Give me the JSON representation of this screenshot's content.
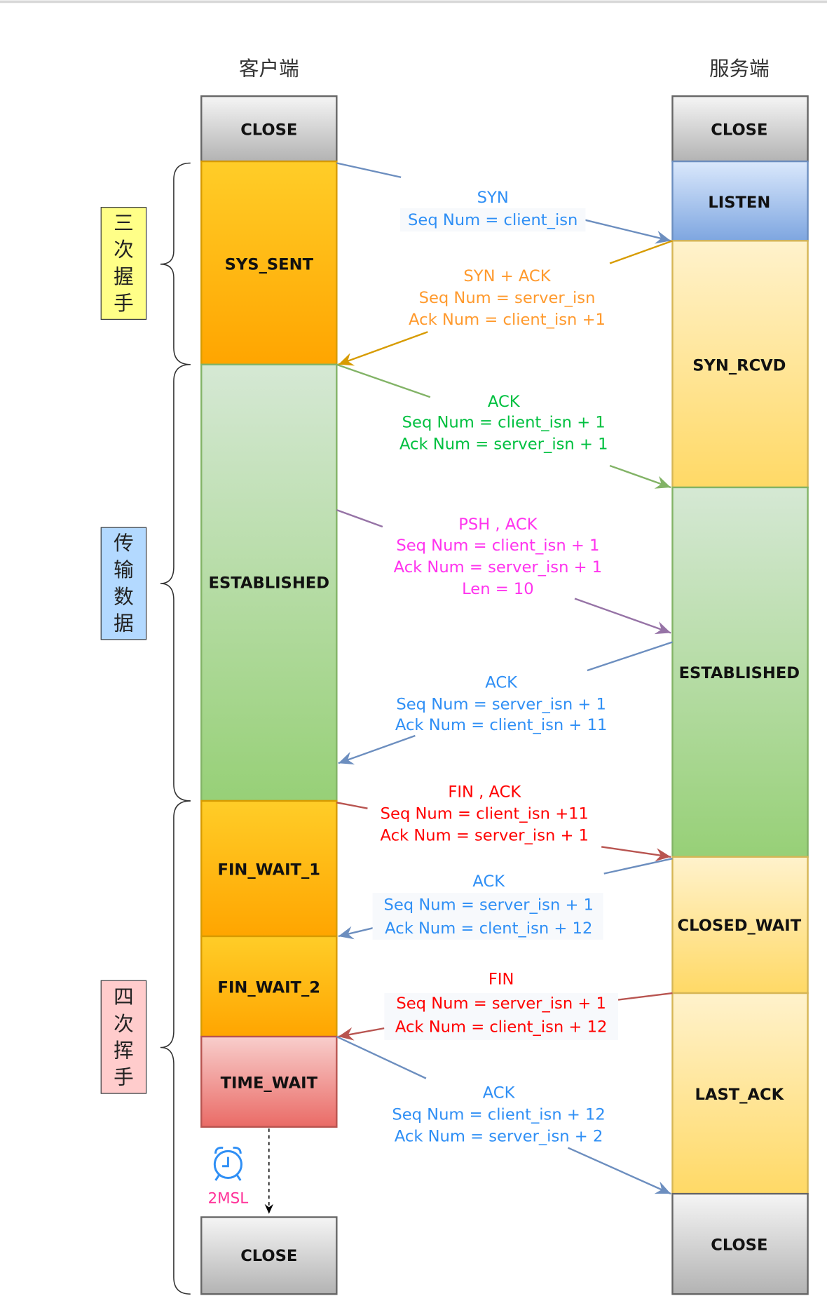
{
  "headers": {
    "client": "客户端",
    "server": "服务端"
  },
  "client_states": [
    "CLOSE",
    "SYS_SENT",
    "ESTABLISHED",
    "FIN_WAIT_1",
    "FIN_WAIT_2",
    "TIME_WAIT",
    "CLOSE"
  ],
  "server_states": [
    "CLOSE",
    "LISTEN",
    "SYN_RCVD",
    "ESTABLISHED",
    "CLOSED_WAIT",
    "LAST_ACK",
    "CLOSE"
  ],
  "phases": [
    {
      "chars": [
        "三",
        "次",
        "握",
        "手"
      ],
      "color": "#ffff88"
    },
    {
      "chars": [
        "传",
        "输",
        "数",
        "据"
      ],
      "color": "#b3d9ff"
    },
    {
      "chars": [
        "四",
        "次",
        "挥",
        "手"
      ],
      "color": "#ffcccc"
    }
  ],
  "messages": [
    {
      "lines": [
        "SYN",
        "Seq Num = client_isn"
      ],
      "color": "#2f8ff5"
    },
    {
      "lines": [
        "SYN + ACK",
        "Seq Num = server_isn",
        "Ack Num =  client_isn +1"
      ],
      "color": "#ff9a2e"
    },
    {
      "lines": [
        "ACK",
        "Seq Num = client_isn + 1",
        "Ack Num = server_isn + 1"
      ],
      "color": "#00c040"
    },
    {
      "lines": [
        "PSH , ACK",
        "Seq Num = client_isn + 1",
        "Ack Num = server_isn + 1",
        "Len = 10"
      ],
      "color": "#ff33ee"
    },
    {
      "lines": [
        "ACK",
        "Seq Num = server_isn + 1",
        "Ack Num = client_isn + 11"
      ],
      "color": "#2f8ff5"
    },
    {
      "lines": [
        "FIN , ACK",
        "Seq Num = client_isn +11",
        "Ack Num = server_isn + 1"
      ],
      "color": "#ff0000"
    },
    {
      "lines": [
        "ACK",
        "Seq Num = server_isn + 1",
        "Ack Num = clent_isn + 12"
      ],
      "color": "#2f8ff5"
    },
    {
      "lines": [
        "FIN",
        "Seq Num = server_isn + 1",
        "Ack Num = client_isn + 12"
      ],
      "color": "#ff0000"
    },
    {
      "lines": [
        "ACK",
        "Seq Num = client_isn + 12",
        "Ack Num = server_isn + 2"
      ],
      "color": "#2f8ff5"
    }
  ],
  "timer": {
    "icon": "alarm-clock-icon",
    "label": "2MSL"
  }
}
